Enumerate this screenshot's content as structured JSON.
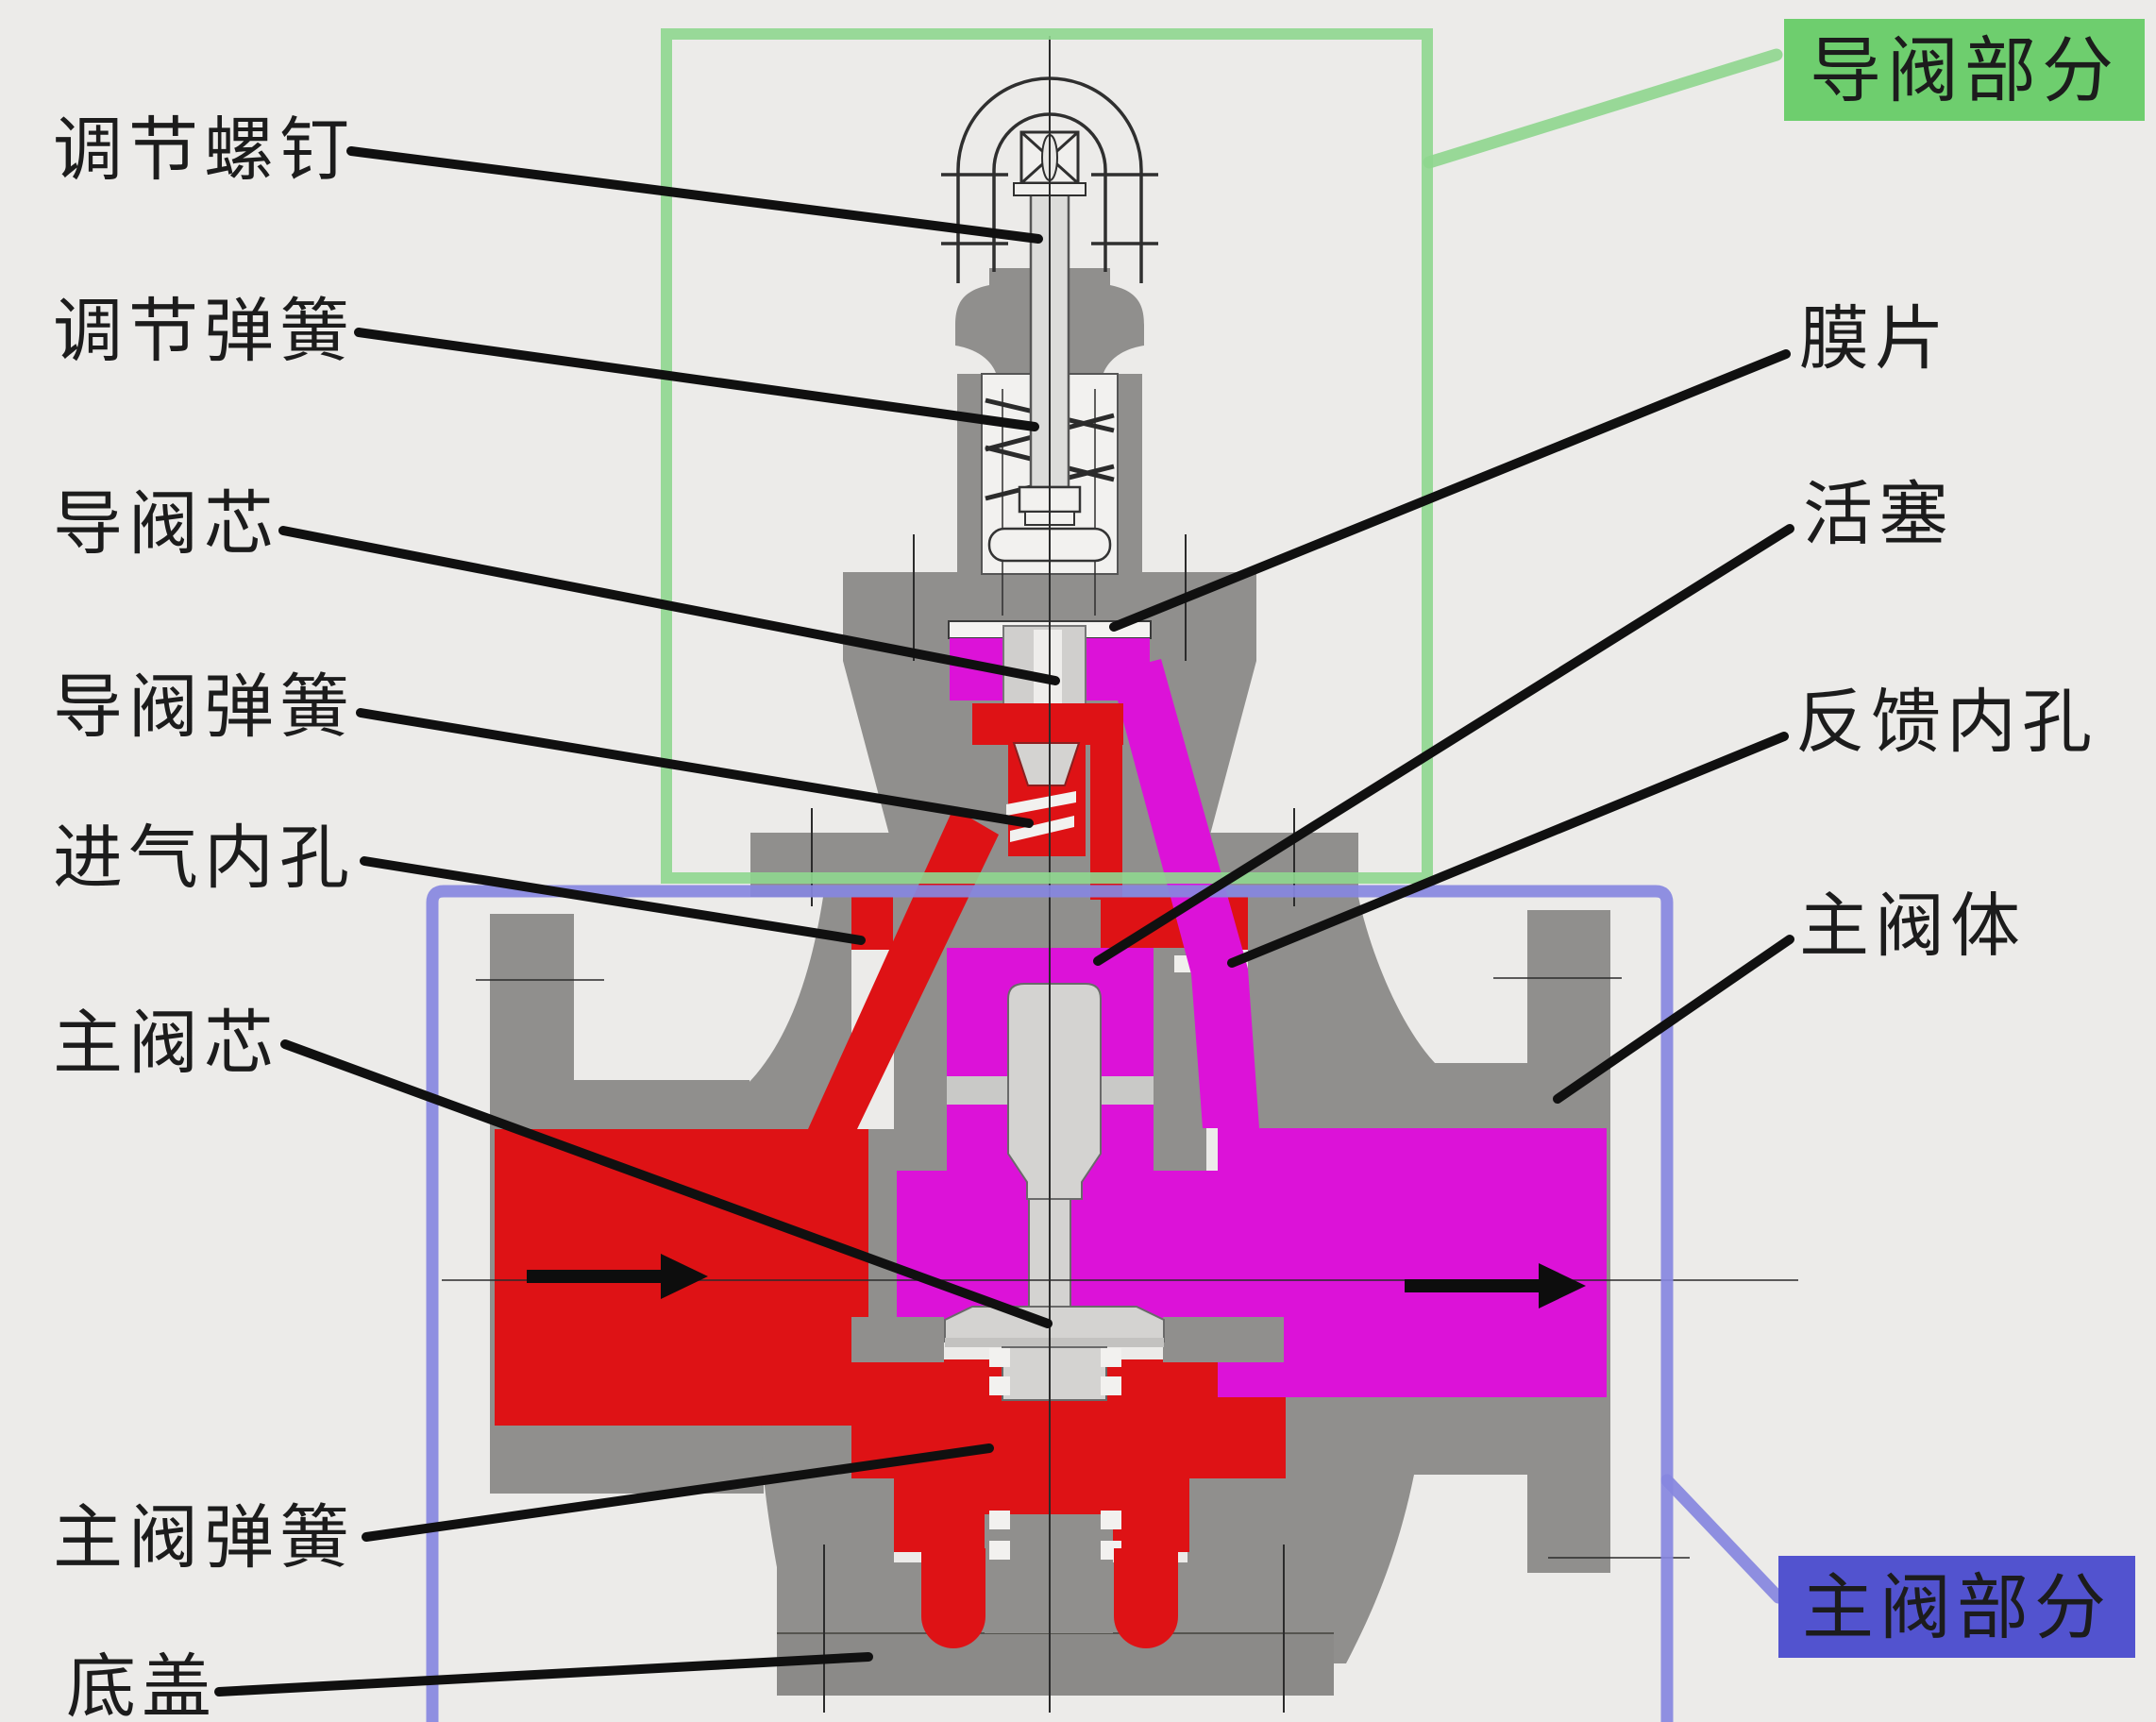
{
  "page": {
    "background_color": "#ecebe9",
    "description_labels_language": "zh-CN"
  },
  "diagram": {
    "subject": "pilot-operated pressure reducing valve cross-section",
    "sections": [
      {
        "name": "pilot-section",
        "label": "导阀部分",
        "outline_color": "#8fd78f",
        "label_bg": "#6ece6e",
        "label_text_color": "#143014"
      },
      {
        "name": "main-valve-section",
        "label": "主阀部分",
        "outline_color": "#8787e0",
        "label_bg": "#5253cf",
        "label_text_color": "#0d0d30"
      }
    ],
    "labels_left": [
      {
        "text": "调节螺钉",
        "target": "adjusting screw"
      },
      {
        "text": "调节弹簧",
        "target": "adjusting spring"
      },
      {
        "text": "导阀芯",
        "target": "pilot valve core"
      },
      {
        "text": "导阀弹簧",
        "target": "pilot valve spring"
      },
      {
        "text": "进气内孔",
        "target": "inlet internal hole"
      },
      {
        "text": "主阀芯",
        "target": "main valve core"
      },
      {
        "text": "主阀弹簧",
        "target": "main valve spring"
      },
      {
        "text": "底盖",
        "target": "bottom cover"
      }
    ],
    "labels_right": [
      {
        "text": "膜片",
        "target": "diaphragm"
      },
      {
        "text": "活塞",
        "target": "piston"
      },
      {
        "text": "反馈内孔",
        "target": "feedback internal hole"
      },
      {
        "text": "主阀体",
        "target": "main valve body"
      }
    ],
    "flow_arrows": [
      {
        "name": "inlet-flow-arrow",
        "direction": "right",
        "on_color": "#de1215"
      },
      {
        "name": "outlet-flow-arrow",
        "direction": "right",
        "on_color": "#dc12d8"
      }
    ],
    "colors": {
      "inlet_pressure_red": "#de1215",
      "outlet_pressure_magenta": "#dc12d8",
      "body_gray": "#908f8d",
      "internal_light_gray": "#d4d3d1",
      "line_art": "#2f2f2f",
      "leader_black": "#101010"
    }
  }
}
